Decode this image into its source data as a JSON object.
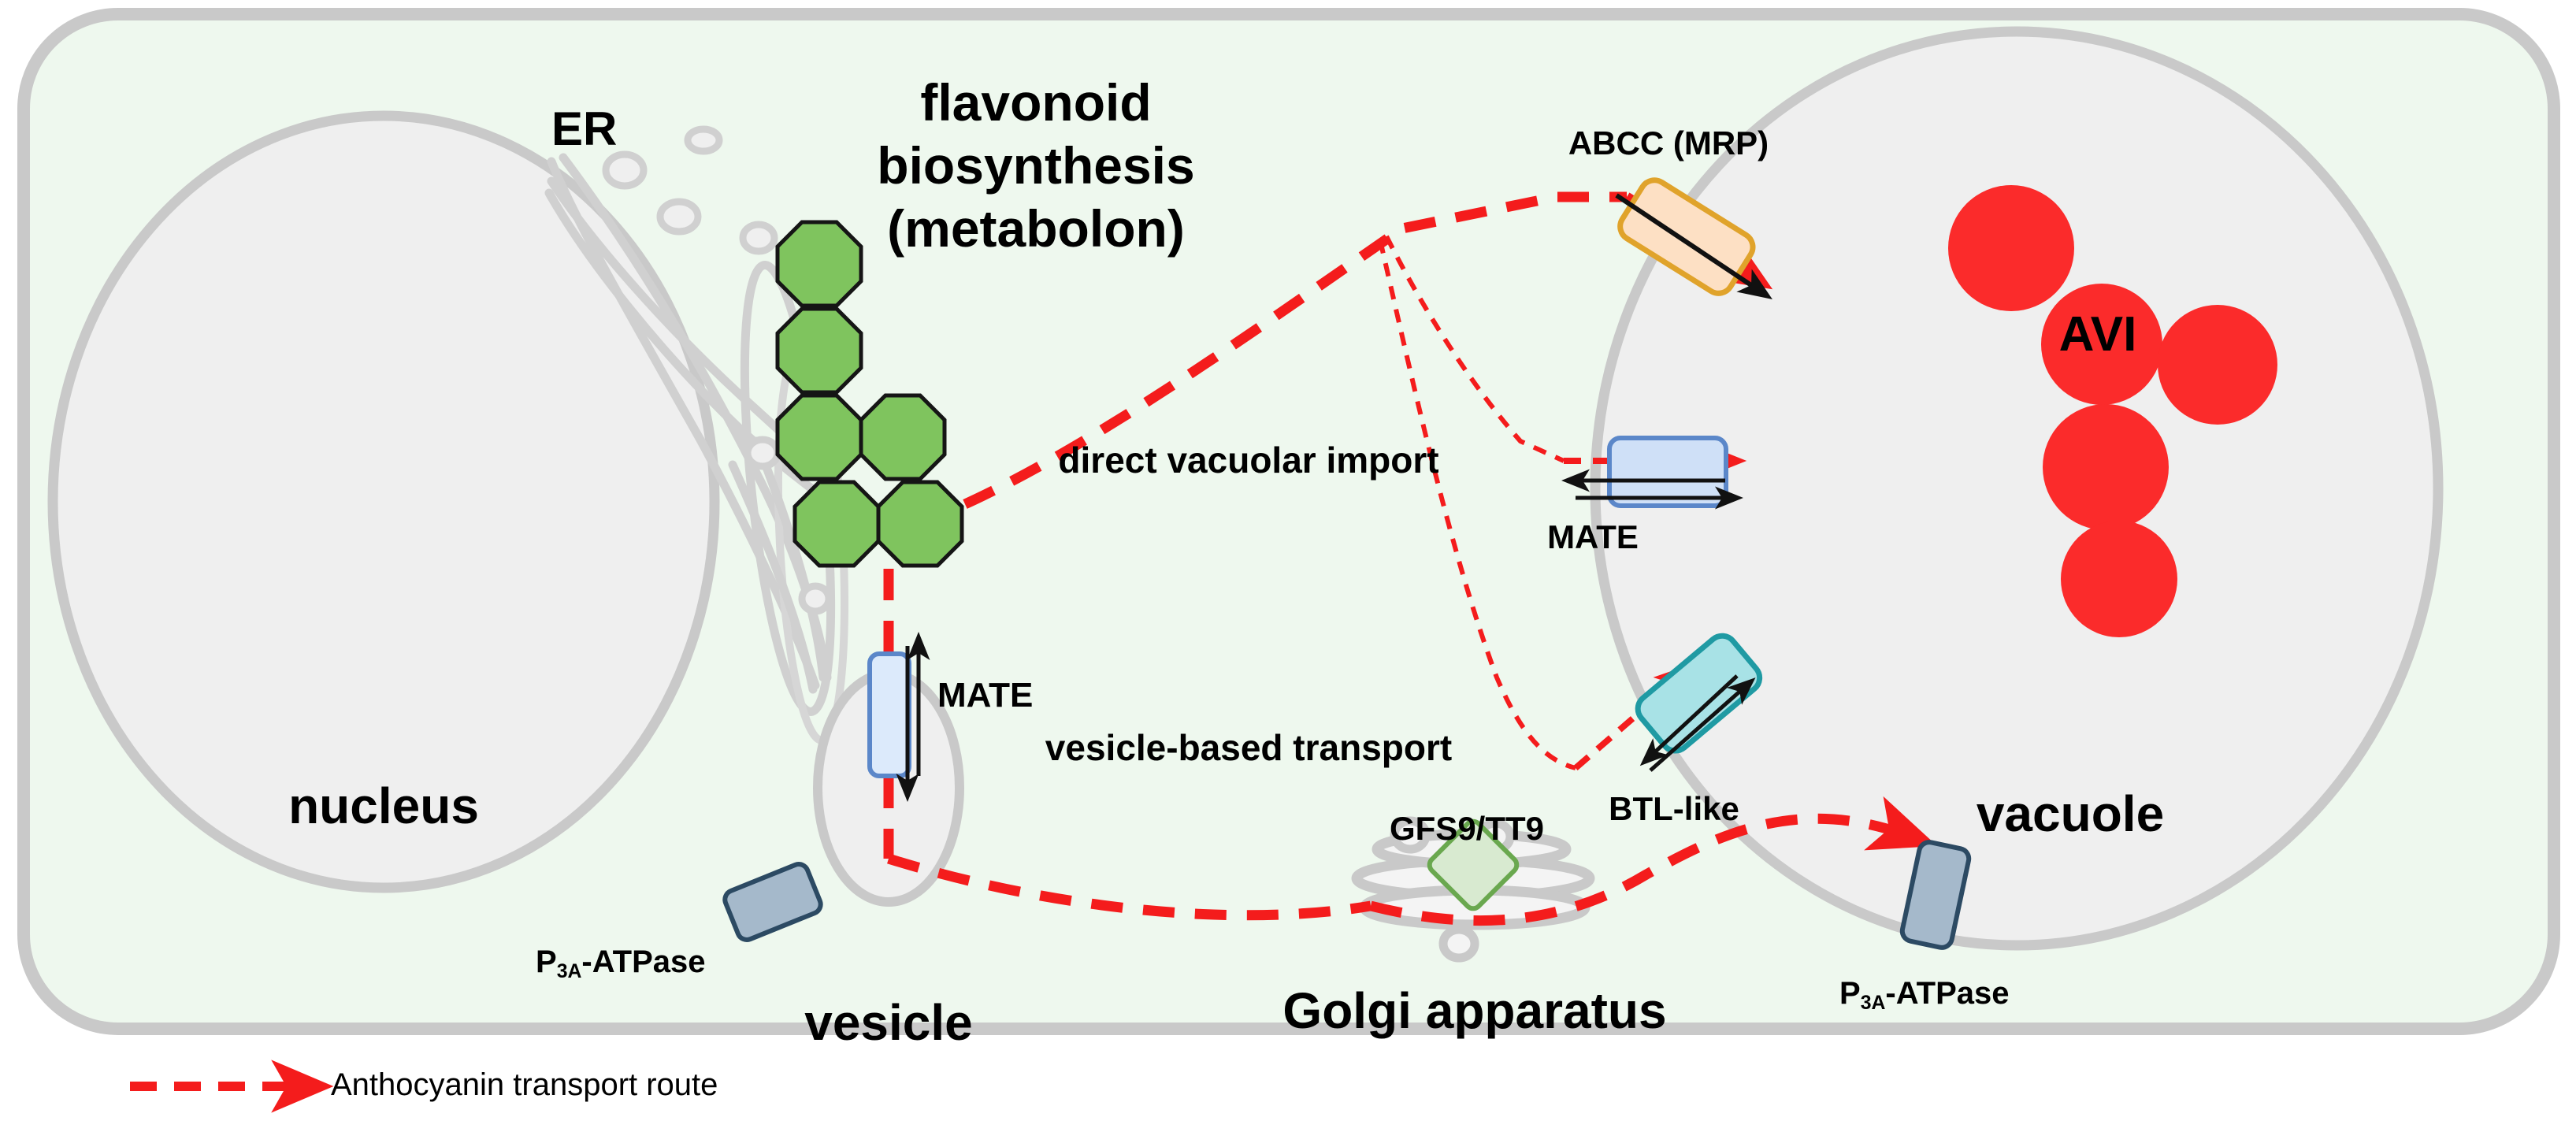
{
  "figure": {
    "type": "cell-biology-diagram",
    "subject": "Anthocyanin transport routes in a plant cell"
  },
  "compartments": {
    "cell": "plant cell",
    "nucleus_label": "nucleus",
    "er_label": "ER",
    "vesicle_label": "vesicle",
    "golgi_label": "Golgi apparatus",
    "vacuole_label": "vacuole",
    "avi_label": "AVI"
  },
  "metabolon": {
    "title_line1": "flavonoid",
    "title_line2": "biosynthesis",
    "title_line3": "(metabolon)",
    "unit_count": 6,
    "unit_color": "#7fc45e",
    "unit_stroke": "#1a1a1a"
  },
  "routes": {
    "direct_label": "direct vacuolar import",
    "vesicle_label": "vesicle-based transport"
  },
  "transporters": [
    {
      "id": "abcc",
      "label": "ABCC (MRP)",
      "fill": "#fde0c4",
      "stroke": "#e0a32b",
      "location": "tonoplast",
      "arrow": "unidirectional-inward"
    },
    {
      "id": "mate-tonoplast",
      "label": "MATE",
      "fill": "#cfe0f7",
      "stroke": "#5b87c9",
      "location": "tonoplast",
      "arrow": "bidirectional"
    },
    {
      "id": "btl-like",
      "label": "BTL-like",
      "fill": "#a8e2e6",
      "stroke": "#1f9aa3",
      "location": "tonoplast",
      "arrow": "bidirectional"
    },
    {
      "id": "mate-vesicle",
      "label": "MATE",
      "fill": "#cfe0f7",
      "stroke": "#5b87c9",
      "location": "vesicle membrane",
      "arrow": "bidirectional-vertical"
    },
    {
      "id": "gfs9tt9",
      "label": "GFS9/TT9",
      "fill": "#d8ead0",
      "stroke": "#6aa84f",
      "location": "Golgi",
      "arrow": "none"
    },
    {
      "id": "p3a-atpase-vesicle",
      "label_main": "P",
      "label_sub": "3A",
      "label_tail": "-ATPase",
      "fill": "#a5b9cb",
      "stroke": "#2c4a63",
      "location": "vesicle membrane"
    },
    {
      "id": "p3a-atpase-tonoplast",
      "label_main": "P",
      "label_sub": "3A",
      "label_tail": "-ATPase",
      "fill": "#a5b9cb",
      "stroke": "#2c4a63",
      "location": "tonoplast"
    }
  ],
  "legend": {
    "text": "Anthocyanin transport route",
    "line_color": "#f41c1c",
    "style": "dashed-arrow"
  },
  "colors": {
    "cytosol": "#eef8ee",
    "cell_border": "#c9c9c9",
    "organelle_fill": "#efefef",
    "organelle_stroke": "#c9c9c9",
    "anthocyanin_red": "#fb2b2b",
    "route_red": "#f41c1c"
  }
}
